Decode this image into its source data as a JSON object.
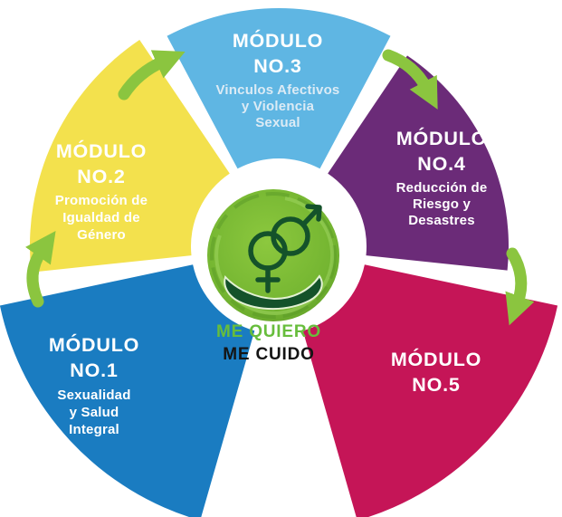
{
  "diagram": {
    "arrow_color": "#8bc53f",
    "center": {
      "tagline_line1": "ME QUIERO",
      "tagline_line2": "ME CUIDO",
      "tagline_line1_color": "#67bd3c",
      "tagline_line2_color": "#141414",
      "circle_color_inner": "#8cc83e",
      "circle_color_outer": "#5f9e28",
      "emblem_color": "#14522a",
      "emblem_icon": "hand-holding-gender-symbols-icon"
    },
    "segments": [
      {
        "title": "MÓDULO",
        "number": "NO.1",
        "subtitle_lines": [
          "Sexualidad",
          "y Salud",
          "Integral"
        ],
        "color": "#1a7cc1",
        "title_color": "#ffffff",
        "subtitle_color": "#ffffff"
      },
      {
        "title": "MÓDULO",
        "number": "NO.2",
        "subtitle_lines": [
          "Promoción de",
          "Igualdad de",
          "Género"
        ],
        "color": "#f3e14d",
        "title_color": "#ffffff",
        "subtitle_color": "#ffffff"
      },
      {
        "title": "MÓDULO",
        "number": "NO.3",
        "subtitle_lines": [
          "Vinculos Afectivos",
          "y Violencia",
          "Sexual"
        ],
        "color": "#5fb6e3",
        "title_color": "#ffffff",
        "subtitle_color": "#dcebf5"
      },
      {
        "title": "MÓDULO",
        "number": "NO.4",
        "subtitle_lines": [
          "Reducción de",
          "Riesgo y",
          "Desastres"
        ],
        "color": "#6b2b78",
        "title_color": "#ffffff",
        "subtitle_color": "#ffffff"
      },
      {
        "title": "MÓDULO",
        "number": "NO.5",
        "subtitle_lines": [],
        "color": "#c51557",
        "title_color": "#ffffff",
        "subtitle_color": "#ffffff"
      }
    ]
  }
}
